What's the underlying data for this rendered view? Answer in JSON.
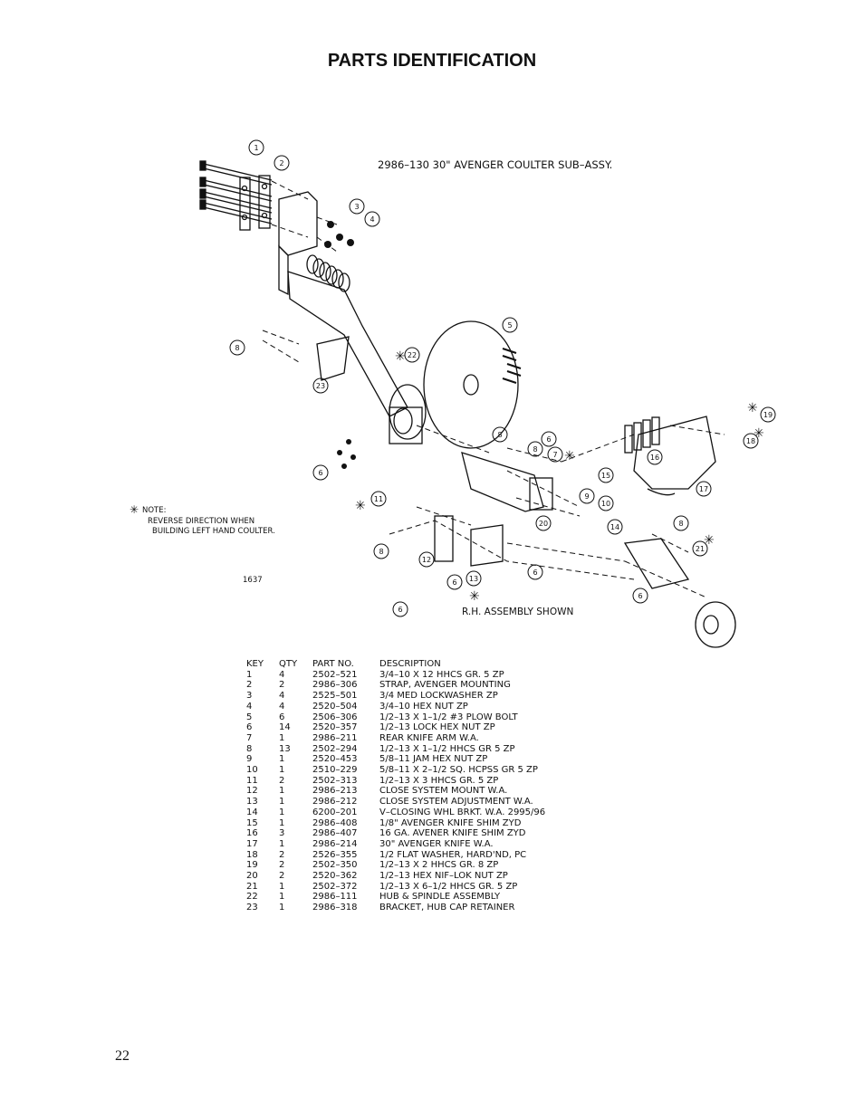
{
  "page": {
    "title": "PARTS IDENTIFICATION",
    "page_number": "22"
  },
  "diagram": {
    "title": "2986–130   30\" AVENGER COULTER SUB–ASSY.",
    "note_marker": "✳",
    "note_label": "NOTE:",
    "note_line1": "REVERSE DIRECTION WHEN",
    "note_line2": "BUILDING LEFT HAND COULTER.",
    "drawing_number": "1637",
    "assembly_caption": "R.H. ASSEMBLY SHOWN"
  },
  "callouts": [
    "1",
    "2",
    "3",
    "4",
    "5",
    "6",
    "7",
    "8",
    "9",
    "10",
    "11",
    "12",
    "13",
    "14",
    "15",
    "16",
    "17",
    "18",
    "19",
    "20",
    "21",
    "22",
    "23"
  ],
  "parts_table": {
    "headers": {
      "key": "KEY",
      "qty": "QTY",
      "part": "PART NO.",
      "desc": "DESCRIPTION"
    },
    "rows": [
      {
        "key": "1",
        "qty": "4",
        "part": "2502–521",
        "desc": "3/4–10 X 12 HHCS GR. 5 ZP"
      },
      {
        "key": "2",
        "qty": "2",
        "part": "2986–306",
        "desc": "STRAP, AVENGER MOUNTING"
      },
      {
        "key": "3",
        "qty": "4",
        "part": "2525–501",
        "desc": "3/4 MED LOCKWASHER ZP"
      },
      {
        "key": "4",
        "qty": "4",
        "part": "2520–504",
        "desc": "3/4–10 HEX NUT ZP"
      },
      {
        "key": "5",
        "qty": "6",
        "part": "2506–306",
        "desc": "1/2–13 X 1–1/2 #3 PLOW BOLT"
      },
      {
        "key": "6",
        "qty": "14",
        "part": "2520–357",
        "desc": "1/2–13 LOCK HEX NUT ZP"
      },
      {
        "key": "7",
        "qty": "1",
        "part": "2986–211",
        "desc": "REAR KNIFE ARM W.A."
      },
      {
        "key": "8",
        "qty": "13",
        "part": "2502–294",
        "desc": "1/2–13 X 1–1/2 HHCS GR 5 ZP"
      },
      {
        "key": "9",
        "qty": "1",
        "part": "2520–453",
        "desc": "5/8–11 JAM HEX NUT ZP"
      },
      {
        "key": "10",
        "qty": "1",
        "part": "2510–229",
        "desc": "5/8–11 X 2–1/2 SQ. HCPSS GR 5 ZP"
      },
      {
        "key": "11",
        "qty": "2",
        "part": "2502–313",
        "desc": "1/2–13 X 3 HHCS GR. 5 ZP"
      },
      {
        "key": "12",
        "qty": "1",
        "part": "2986–213",
        "desc": "CLOSE SYSTEM MOUNT W.A."
      },
      {
        "key": "13",
        "qty": "1",
        "part": "2986–212",
        "desc": "CLOSE SYSTEM ADJUSTMENT W.A."
      },
      {
        "key": "14",
        "qty": "1",
        "part": "6200–201",
        "desc": "V–CLOSING WHL BRKT. W.A. 2995/96"
      },
      {
        "key": "15",
        "qty": "1",
        "part": "2986–408",
        "desc": "1/8\" AVENGER KNIFE SHIM ZYD"
      },
      {
        "key": "16",
        "qty": "3",
        "part": "2986–407",
        "desc": "16 GA. AVENER KNIFE SHIM ZYD"
      },
      {
        "key": "17",
        "qty": "1",
        "part": "2986–214",
        "desc": "30\" AVENGER KNIFE W.A."
      },
      {
        "key": "18",
        "qty": "2",
        "part": "2526–355",
        "desc": "1/2 FLAT WASHER, HARD'ND, PC"
      },
      {
        "key": "19",
        "qty": "2",
        "part": "2502–350",
        "desc": "1/2–13 X 2 HHCS GR. 8 ZP"
      },
      {
        "key": "20",
        "qty": "2",
        "part": "2520–362",
        "desc": "1/2–13 HEX NIF–LOK NUT ZP"
      },
      {
        "key": "21",
        "qty": "1",
        "part": "2502–372",
        "desc": "1/2–13 X 6–1/2 HHCS GR. 5 ZP"
      },
      {
        "key": "22",
        "qty": "1",
        "part": "2986–111",
        "desc": "HUB & SPINDLE ASSEMBLY"
      },
      {
        "key": "23",
        "qty": "1",
        "part": "2986–318",
        "desc": "BRACKET, HUB CAP RETAINER"
      }
    ]
  }
}
